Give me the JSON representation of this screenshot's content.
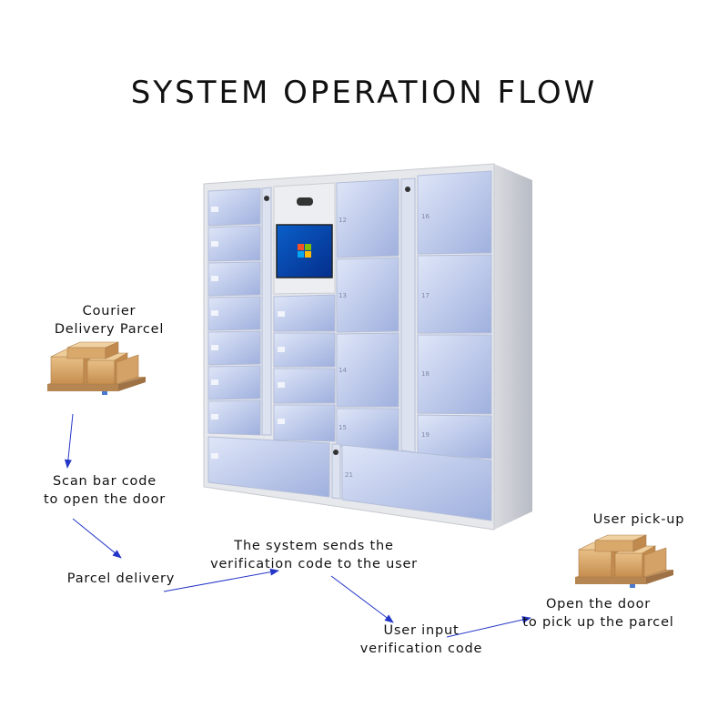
{
  "title": "SYSTEM OPERATION FLOW",
  "steps": {
    "courier": {
      "line1": "Courier",
      "line2": "Delivery Parcel"
    },
    "scan": {
      "line1": "Scan bar code",
      "line2": "to open the door"
    },
    "delivery": {
      "line1": "Parcel delivery"
    },
    "system": {
      "line1": "The system sends the",
      "line2": "verification code to the user"
    },
    "input": {
      "line1": "User input",
      "line2": "verification code"
    },
    "pickup_title": {
      "line1": "User pick-up"
    },
    "open": {
      "line1": "Open the door",
      "line2": "to pick up the parcel"
    }
  },
  "locker": {
    "numbers": [
      "12",
      "13",
      "14",
      "15",
      "16",
      "17",
      "18",
      "19",
      "21"
    ],
    "screen_icon": "windows-logo-icon",
    "colors": {
      "door": "#c9d3ee",
      "door_dark": "#a9b6e0",
      "frame": "#e8e9ed",
      "side": "#cfd2d8"
    }
  },
  "colors": {
    "arrow": "#2436c8",
    "box": "#d9a66a",
    "pallet": "#b98a52"
  }
}
